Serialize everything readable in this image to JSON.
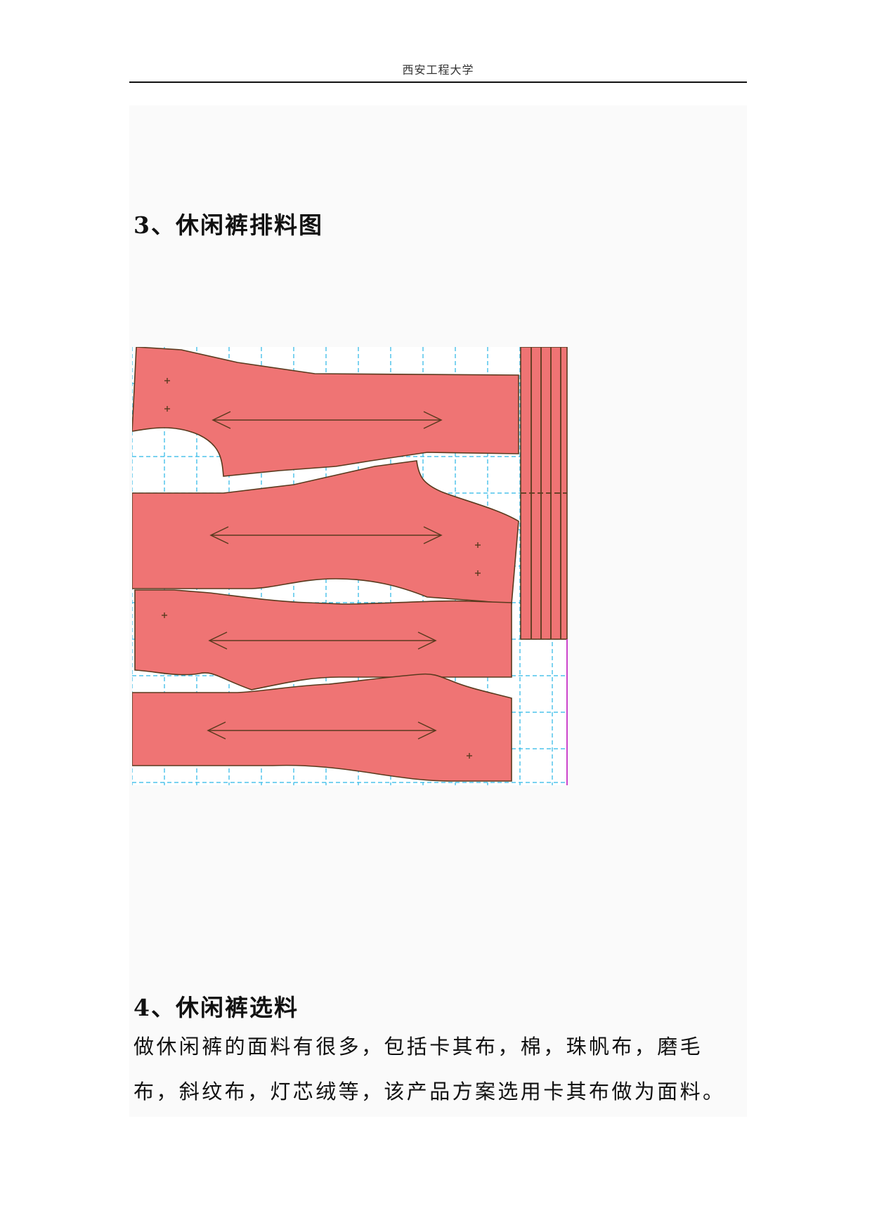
{
  "header": {
    "title": "西安工程大学"
  },
  "sections": [
    {
      "number": "3",
      "heading": "3、休闲裤排料图"
    },
    {
      "number": "4",
      "heading": "4、休闲裤选料"
    }
  ],
  "paragraph": {
    "text": "做休闲裤的面料有很多，包括卡其布，棉，珠帆布，磨毛布，斜纹布，灯芯绒等，该产品方案选用卡其布做为面料。"
  },
  "figure": {
    "kind": "marker layout diagram",
    "piece_fill": "#ef7474",
    "piece_stroke": "#5a3a1e",
    "grid_color": "#29b6e6",
    "frame_color": "#cc44cc",
    "arrow_color": "#5a3a1e"
  }
}
